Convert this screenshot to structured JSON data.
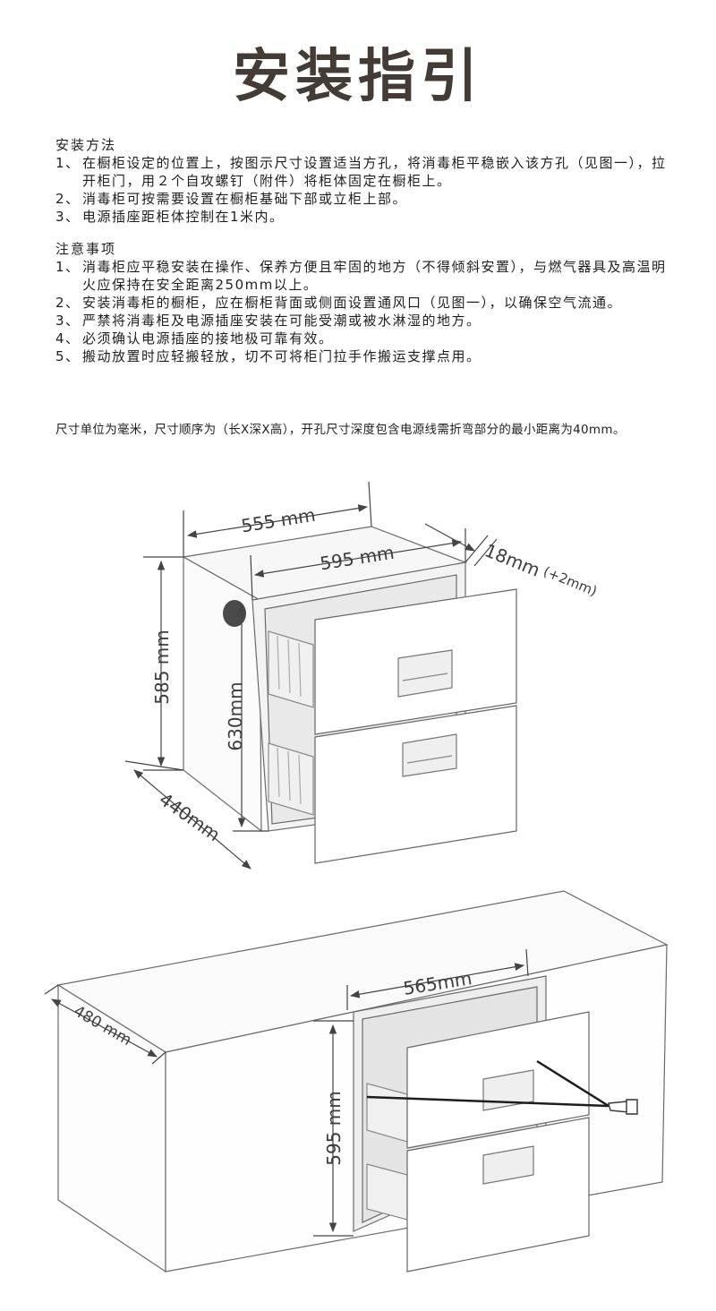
{
  "title": "安装指引",
  "install": {
    "heading": "安装方法",
    "items": [
      {
        "num": "1、",
        "text": "在橱柜设定的位置上，按图示尺寸设置适当方孔，将消毒柜平稳嵌入该方孔（见图一），拉开柜门，用２个自攻螺钉（附件）将柜体固定在橱柜上。"
      },
      {
        "num": "2、",
        "text": "消毒柜可按需要设置在橱柜基础下部或立柜上部。"
      },
      {
        "num": "3、",
        "text": "电源插座距柜体控制在1米内。"
      }
    ]
  },
  "notice": {
    "heading": "注意事项",
    "items": [
      {
        "num": "1、",
        "text": "消毒柜应平稳安装在操作、保养方便且牢固的地方（不得倾斜安置），与燃气器具及高温明火应保持在安全距离250mm以上。"
      },
      {
        "num": "2、",
        "text": "安装消毒柜的橱柜，应在橱柜背面或侧面设置通风口（见图一），以确保空气流通。"
      },
      {
        "num": "3、",
        "text": "严禁将消毒柜及电源插座安装在可能受潮或被水淋湿的地方。"
      },
      {
        "num": "4、",
        "text": "必须确认电源插座的接地极可靠有效。"
      },
      {
        "num": "5、",
        "text": "搬动放置时应轻搬轻放，切不可将柜门拉手作搬运支撑点用。"
      }
    ]
  },
  "unit_note": "尺寸单位为毫米，尺寸顺序为（长X深X高），开孔尺寸深度包含电源线需折弯部分的最小距离为40mm。",
  "figure1": {
    "width": "555 mm",
    "front_width": "595 mm",
    "thickness": "18mm",
    "thickness_tol": "(+2mm)",
    "height": "585 mm",
    "front_height": "630mm",
    "depth": "440mm"
  },
  "figure2": {
    "width": "565mm",
    "depth": "480 mm",
    "height": "595 mm"
  },
  "colors": {
    "title": "#443c34",
    "text": "#1e1e1e",
    "line": "#555555"
  }
}
